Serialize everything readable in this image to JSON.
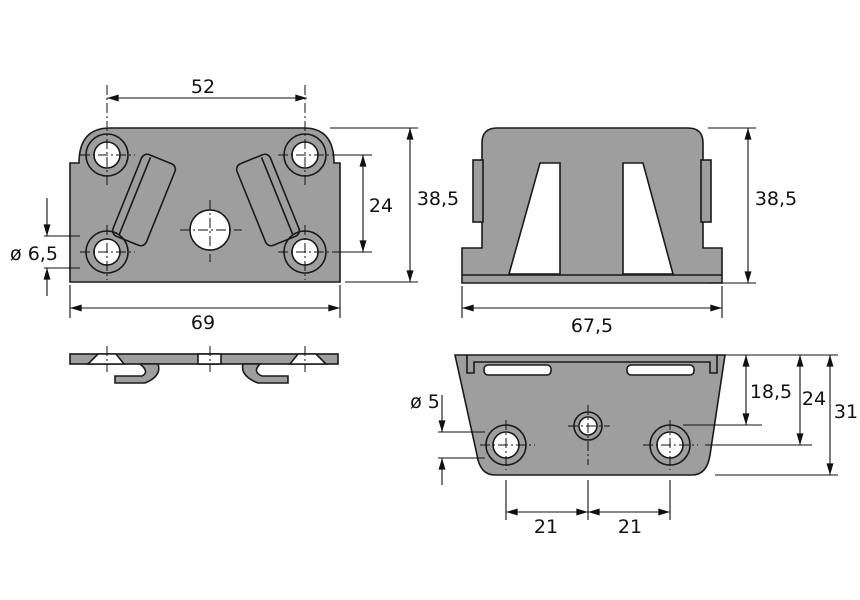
{
  "title": "Mounting plate technical drawing",
  "fill_color": "#9e9e9e",
  "views": {
    "top_view": {
      "width": "69",
      "hole_spacing": "52",
      "height": "38,5",
      "vertical_hole_spacing": "24",
      "hole_diameter": "ø 6,5"
    },
    "front_view": {
      "width": "67,5",
      "height": "38,5"
    },
    "bottom_view": {
      "hole_diameter": "ø 5",
      "dim_18_5": "18,5",
      "dim_24": "24",
      "dim_31": "31",
      "spacing_left": "21",
      "spacing_right": "21"
    }
  }
}
